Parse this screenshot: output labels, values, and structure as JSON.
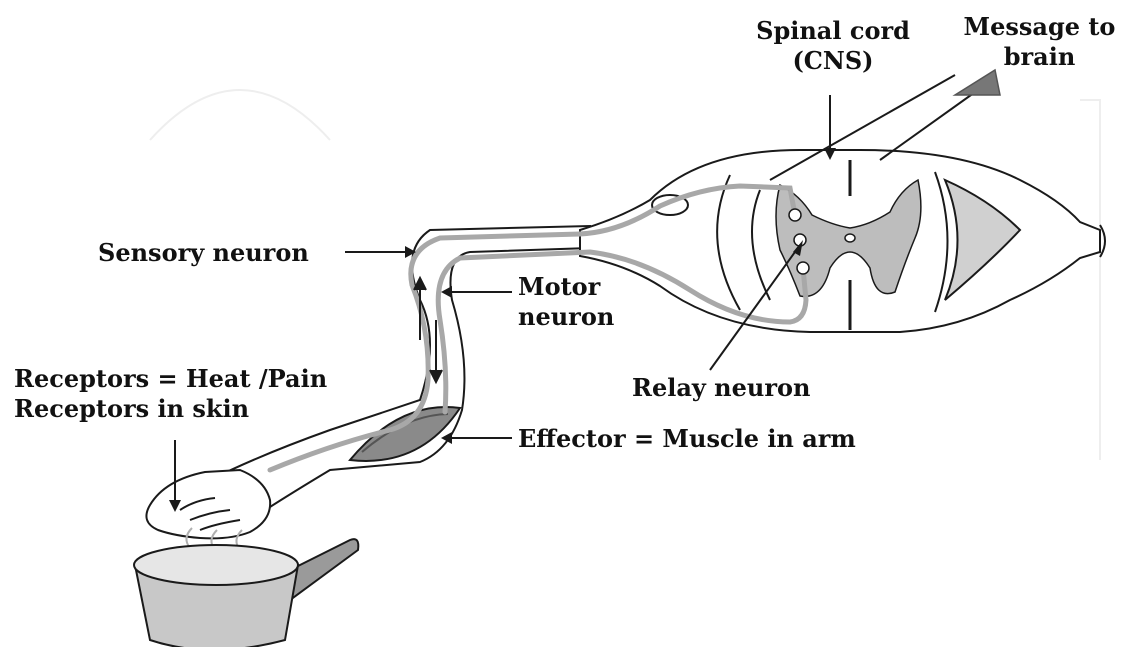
{
  "labels": {
    "spinal_cord": [
      "Spinal cord",
      "(CNS)"
    ],
    "message_to_brain": [
      "Message to",
      "brain"
    ],
    "sensory_neuron": "Sensory neuron",
    "motor_neuron": [
      "Motor",
      "neuron"
    ],
    "relay_neuron": "Relay neuron",
    "receptors": [
      "Receptors = Heat /Pain",
      "Receptors in skin"
    ],
    "effector": "Effector = Muscle in arm"
  },
  "colors": {
    "outline": "#1a1a1a",
    "neuron": "#a8a8a8",
    "grey_matter": "#bdbdbd",
    "arrow_fill": "#777777",
    "skin": "#ffffff",
    "muscle": "#8a8a8a"
  }
}
